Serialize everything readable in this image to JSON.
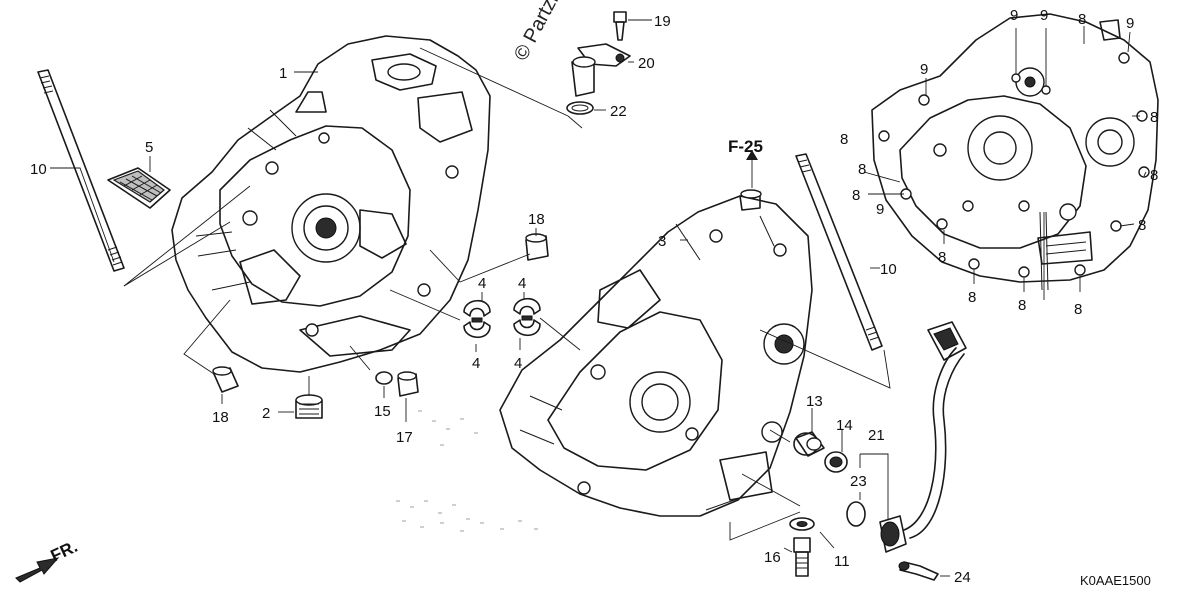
{
  "diagram": {
    "reference_code": "K0AAE1500",
    "reference_link": "F-25",
    "direction_label": "FR.",
    "copyright": "© Partzilla"
  },
  "callouts": [
    {
      "id": "c1",
      "label": "1"
    },
    {
      "id": "c2",
      "label": "2"
    },
    {
      "id": "c3",
      "label": "3"
    },
    {
      "id": "c4a",
      "label": "4"
    },
    {
      "id": "c4b",
      "label": "4"
    },
    {
      "id": "c4c",
      "label": "4"
    },
    {
      "id": "c4d",
      "label": "4"
    },
    {
      "id": "c5",
      "label": "5"
    },
    {
      "id": "c8a",
      "label": "8"
    },
    {
      "id": "c8b",
      "label": "8"
    },
    {
      "id": "c8c",
      "label": "8"
    },
    {
      "id": "c8d",
      "label": "8"
    },
    {
      "id": "c8e",
      "label": "8"
    },
    {
      "id": "c8f",
      "label": "8"
    },
    {
      "id": "c8g",
      "label": "8"
    },
    {
      "id": "c8h",
      "label": "8"
    },
    {
      "id": "c8i",
      "label": "8"
    },
    {
      "id": "c8j",
      "label": "8"
    },
    {
      "id": "c8k",
      "label": "8"
    },
    {
      "id": "c9a",
      "label": "9"
    },
    {
      "id": "c9b",
      "label": "9"
    },
    {
      "id": "c9c",
      "label": "9"
    },
    {
      "id": "c9d",
      "label": "9"
    },
    {
      "id": "c9e",
      "label": "9"
    },
    {
      "id": "c10a",
      "label": "10"
    },
    {
      "id": "c10b",
      "label": "10"
    },
    {
      "id": "c11",
      "label": "11"
    },
    {
      "id": "c13",
      "label": "13"
    },
    {
      "id": "c14",
      "label": "14"
    },
    {
      "id": "c15",
      "label": "15"
    },
    {
      "id": "c16",
      "label": "16"
    },
    {
      "id": "c17",
      "label": "17"
    },
    {
      "id": "c18a",
      "label": "18"
    },
    {
      "id": "c18b",
      "label": "18"
    },
    {
      "id": "c19",
      "label": "19"
    },
    {
      "id": "c20",
      "label": "20"
    },
    {
      "id": "c21",
      "label": "21"
    },
    {
      "id": "c22",
      "label": "22"
    },
    {
      "id": "c23",
      "label": "23"
    },
    {
      "id": "c24",
      "label": "24"
    }
  ]
}
